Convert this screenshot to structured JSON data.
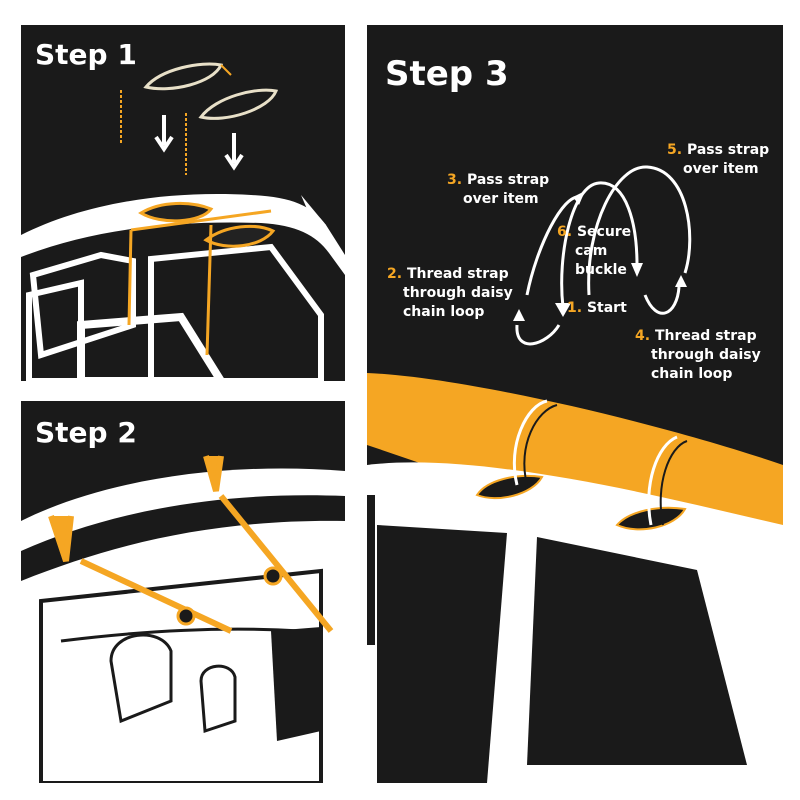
{
  "colors": {
    "accent": "#f5a623",
    "panel_bg": "#1a1a1a",
    "line": "#ffffff"
  },
  "step1": {
    "title": "Step 1"
  },
  "step2": {
    "title": "Step 2"
  },
  "step3": {
    "title": "Step 3",
    "labels": [
      {
        "num": "1.",
        "text": [
          "Start"
        ]
      },
      {
        "num": "2.",
        "text": [
          "Thread strap",
          "through daisy",
          "chain loop"
        ]
      },
      {
        "num": "3.",
        "text": [
          "Pass strap",
          "over item"
        ]
      },
      {
        "num": "4.",
        "text": [
          "Thread strap",
          "through daisy",
          "chain loop"
        ]
      },
      {
        "num": "5.",
        "text": [
          "Pass strap",
          "over item"
        ]
      },
      {
        "num": "6.",
        "text": [
          "Secure",
          "cam",
          "buckle"
        ]
      }
    ]
  }
}
